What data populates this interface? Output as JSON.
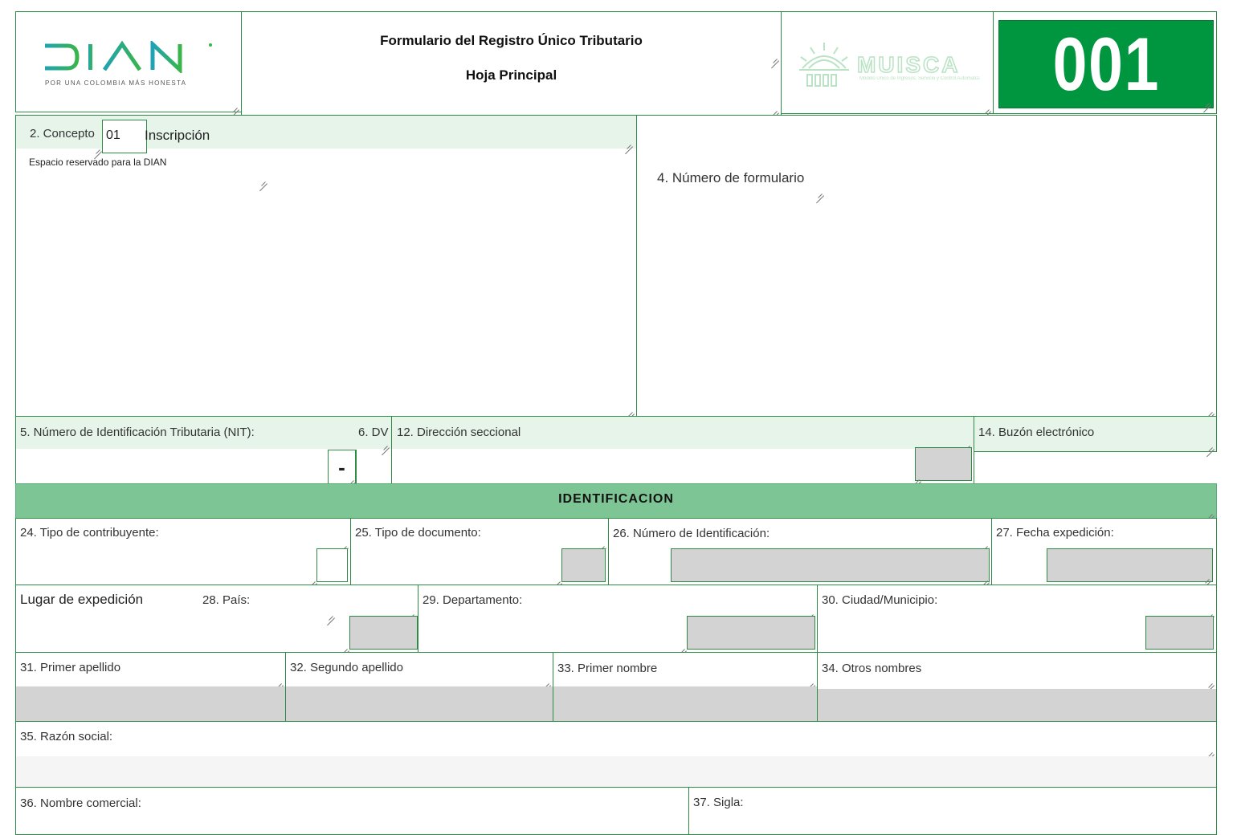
{
  "header": {
    "logo_name": "DIAN",
    "logo_tagline": "POR UNA COLOMBIA MÁS HONESTA",
    "title": "Formulario del Registro Único Tributario",
    "subtitle": "Hoja Principal",
    "muisca_name": "MUISCA",
    "muisca_tagline": "Modelo Único de Ingresos, Servicio y Control Automatizado",
    "form_code": "001",
    "accent_color": "#00963f"
  },
  "concepto": {
    "label": "2. Concepto",
    "value": "01",
    "description": "Inscripción",
    "reserved_label": "Espacio reservado para la DIAN"
  },
  "numero_formulario": {
    "label": "4. Número de formulario"
  },
  "nit_row": {
    "nit_label": "5. Número de Identificación Tributaria (NIT):",
    "dv_label": "6. DV",
    "dash": "-",
    "direccion_label": "12. Dirección seccional",
    "buzon_label": "14. Buzón electrónico"
  },
  "identificacion": {
    "section_title": "IDENTIFICACION",
    "tipo_contribuyente": "24. Tipo de contribuyente:",
    "tipo_documento": "25. Tipo de documento:",
    "numero_identificacion": "26. Número de Identificación:",
    "fecha_expedicion": "27. Fecha expedición:",
    "lugar_expedicion": "Lugar de expedición",
    "pais": "28.  País:",
    "departamento": "29. Departamento:",
    "ciudad": "30. Ciudad/Municipio:",
    "primer_apellido": "31. Primer apellido",
    "segundo_apellido": "32. Segundo apellido",
    "primer_nombre": "33. Primer nombre",
    "otros_nombres": "34. Otros nombres",
    "razon_social": "35. Razón social:",
    "nombre_comercial": "36. Nombre comercial:",
    "sigla": "37. Sigla:"
  }
}
